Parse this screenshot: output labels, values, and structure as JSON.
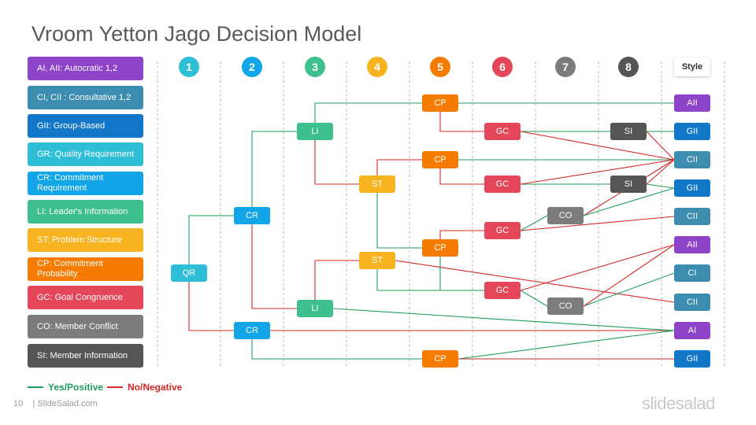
{
  "title": "Vroom Yetton Jago Decision Model",
  "legend": [
    {
      "label": "AI, AII: Autocratic 1,2",
      "color": "#8e44c9"
    },
    {
      "label": "CI, CII : Consultative 1,2",
      "color": "#3d8db0"
    },
    {
      "label": "GII: Group-Based",
      "color": "#1377c9"
    },
    {
      "label": "GR: Quality Requirement",
      "color": "#2ebfd6"
    },
    {
      "label": "CR: Commitment Requirement",
      "color": "#12a6e8"
    },
    {
      "label": "LI: Leader's Information",
      "color": "#3dbf8e"
    },
    {
      "label": "ST: Problem Structure",
      "color": "#f7b320"
    },
    {
      "label": "CP: Commitment Probability",
      "color": "#f57c00"
    },
    {
      "label": "GC: Goal Congruence",
      "color": "#e5475a"
    },
    {
      "label": "CO: Member Conflict",
      "color": "#7c7c7c"
    },
    {
      "label": "SI: Member Information",
      "color": "#555555"
    }
  ],
  "columns": [
    {
      "label": "1",
      "color": "#2ebfd6"
    },
    {
      "label": "2",
      "color": "#12a6e8"
    },
    {
      "label": "3",
      "color": "#3dbf8e"
    },
    {
      "label": "4",
      "color": "#f7b320"
    },
    {
      "label": "5",
      "color": "#f57c00"
    },
    {
      "label": "6",
      "color": "#e5475a"
    },
    {
      "label": "7",
      "color": "#7c7c7c"
    },
    {
      "label": "8",
      "color": "#555555"
    }
  ],
  "style_header": "Style",
  "nodes": [
    {
      "id": "qr",
      "label": "QR",
      "color": "#2ebfd6"
    },
    {
      "id": "cr1",
      "label": "CR",
      "color": "#12a6e8"
    },
    {
      "id": "cr2",
      "label": "CR",
      "color": "#12a6e8"
    },
    {
      "id": "li1",
      "label": "LI",
      "color": "#3dbf8e"
    },
    {
      "id": "li2",
      "label": "LI",
      "color": "#3dbf8e"
    },
    {
      "id": "st1",
      "label": "ST",
      "color": "#f7b320"
    },
    {
      "id": "st2",
      "label": "ST",
      "color": "#f7b320"
    },
    {
      "id": "cp1",
      "label": "CP",
      "color": "#f57c00"
    },
    {
      "id": "cp2",
      "label": "CP",
      "color": "#f57c00"
    },
    {
      "id": "cp3",
      "label": "CP",
      "color": "#f57c00"
    },
    {
      "id": "cp4",
      "label": "CP",
      "color": "#f57c00"
    },
    {
      "id": "gc1",
      "label": "GC",
      "color": "#e5475a"
    },
    {
      "id": "gc2",
      "label": "GC",
      "color": "#e5475a"
    },
    {
      "id": "gc3",
      "label": "GC",
      "color": "#e5475a"
    },
    {
      "id": "gc4",
      "label": "GC",
      "color": "#e5475a"
    },
    {
      "id": "co1",
      "label": "CO",
      "color": "#7c7c7c"
    },
    {
      "id": "co2",
      "label": "CO",
      "color": "#7c7c7c"
    },
    {
      "id": "si1",
      "label": "SI",
      "color": "#555555"
    },
    {
      "id": "si2",
      "label": "SI",
      "color": "#555555"
    },
    {
      "id": "o1",
      "label": "AII",
      "color": "#8e44c9"
    },
    {
      "id": "o2",
      "label": "GII",
      "color": "#1377c9"
    },
    {
      "id": "o3",
      "label": "CII",
      "color": "#3d8db0"
    },
    {
      "id": "o4",
      "label": "GII",
      "color": "#1377c9"
    },
    {
      "id": "o5",
      "label": "CII",
      "color": "#3d8db0"
    },
    {
      "id": "o6",
      "label": "AII",
      "color": "#8e44c9"
    },
    {
      "id": "o7",
      "label": "CI",
      "color": "#3d8db0"
    },
    {
      "id": "o8",
      "label": "CII",
      "color": "#3d8db0"
    },
    {
      "id": "o9",
      "label": "AI",
      "color": "#8e44c9"
    },
    {
      "id": "o10",
      "label": "GII",
      "color": "#1377c9"
    }
  ],
  "edges": [
    {
      "from": "qr",
      "to": "cr1",
      "type": "yes"
    },
    {
      "from": "qr",
      "to": "cr2",
      "type": "no"
    },
    {
      "from": "cr1",
      "to": "li1",
      "type": "yes"
    },
    {
      "from": "cr1",
      "to": "li2",
      "type": "no"
    },
    {
      "from": "cr2",
      "to": "o9",
      "type": "no"
    },
    {
      "from": "cr2",
      "to": "cp4",
      "type": "yes"
    },
    {
      "from": "li1",
      "to": "cp1",
      "type": "yes"
    },
    {
      "from": "li1",
      "to": "st1",
      "type": "no"
    },
    {
      "from": "li2",
      "to": "st2",
      "type": "no"
    },
    {
      "from": "li2",
      "to": "o9",
      "type": "yes"
    },
    {
      "from": "st1",
      "to": "cp2",
      "type": "no"
    },
    {
      "from": "st1",
      "to": "cp3",
      "type": "yes"
    },
    {
      "from": "st2",
      "to": "gc4",
      "type": "yes"
    },
    {
      "from": "st2",
      "to": "o8",
      "type": "no"
    },
    {
      "from": "cp1",
      "to": "o1",
      "type": "yes"
    },
    {
      "from": "cp1",
      "to": "gc1",
      "type": "no"
    },
    {
      "from": "cp2",
      "to": "o3",
      "type": "yes"
    },
    {
      "from": "cp2",
      "to": "gc2",
      "type": "no"
    },
    {
      "from": "cp3",
      "to": "gc3",
      "type": "no"
    },
    {
      "from": "cp3",
      "to": "gc4",
      "type": "yes"
    },
    {
      "from": "cp4",
      "to": "o9",
      "type": "yes"
    },
    {
      "from": "cp4",
      "to": "o10",
      "type": "no"
    },
    {
      "from": "gc1",
      "to": "si1",
      "type": "yes"
    },
    {
      "from": "gc1",
      "to": "o3",
      "type": "no"
    },
    {
      "from": "gc2",
      "to": "si2",
      "type": "yes"
    },
    {
      "from": "gc2",
      "to": "o3",
      "type": "no"
    },
    {
      "from": "gc3",
      "to": "co1",
      "type": "yes"
    },
    {
      "from": "gc3",
      "to": "o5",
      "type": "no"
    },
    {
      "from": "gc4",
      "to": "co2",
      "type": "yes"
    },
    {
      "from": "gc4",
      "to": "o6",
      "type": "no"
    },
    {
      "from": "si1",
      "to": "o2",
      "type": "yes"
    },
    {
      "from": "si1",
      "to": "o3",
      "type": "no"
    },
    {
      "from": "si2",
      "to": "o4",
      "type": "yes"
    },
    {
      "from": "si2",
      "to": "o3",
      "type": "no"
    },
    {
      "from": "co1",
      "to": "o3",
      "type": "no"
    },
    {
      "from": "co1",
      "to": "o4",
      "type": "yes"
    },
    {
      "from": "co2",
      "to": "o7",
      "type": "yes"
    },
    {
      "from": "co2",
      "to": "o6",
      "type": "no"
    }
  ],
  "key": {
    "yes_label": "Yes/Positive",
    "no_label": "No/Negative",
    "yes_color": "#1e9e5a",
    "no_color": "#d62828"
  },
  "footer": {
    "page": "10",
    "site": "| SlideSalad.com",
    "brand": "slidesalad"
  }
}
